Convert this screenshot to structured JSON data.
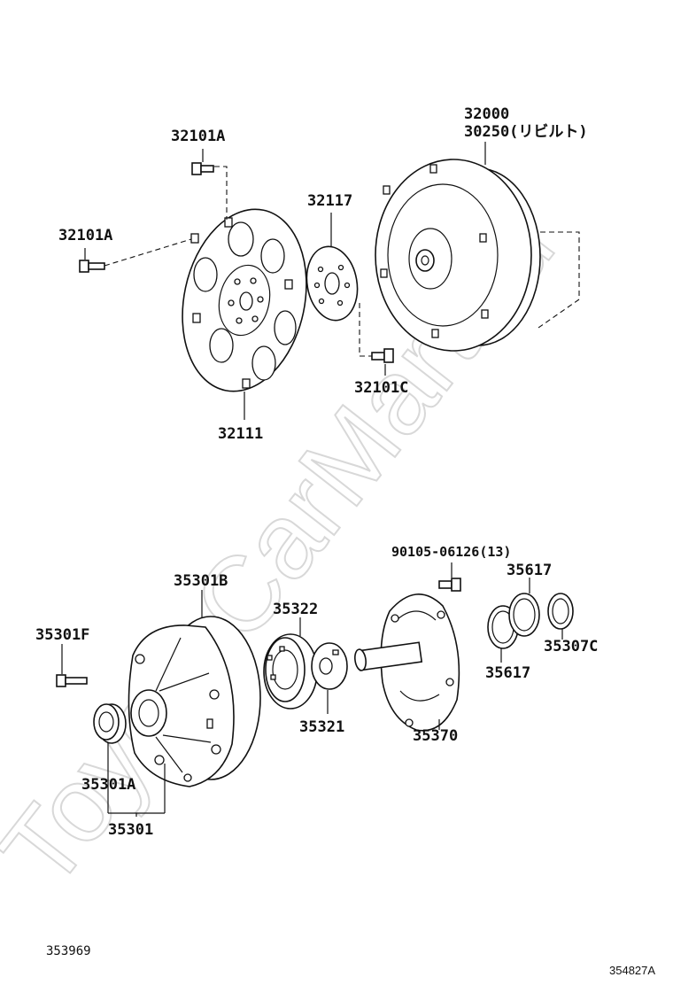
{
  "watermark": "ToyotaCarMart.ru",
  "labels": {
    "p32101a_top": "32101A",
    "p32101a_left": "32101A",
    "p32117": "32117",
    "p32000": "32000",
    "p30250": "30250(リビルト)",
    "p32101c": "32101C",
    "p32111": "32111",
    "p90105": "90105-06126(13)",
    "p35617_top": "35617",
    "p35301b": "35301B",
    "p35322": "35322",
    "p35301f": "35301F",
    "p35307c": "35307C",
    "p35617_bottom": "35617",
    "p35321": "35321",
    "p35370": "35370",
    "p35301a": "35301A",
    "p35301": "35301"
  },
  "codes": {
    "left": "353969",
    "right": "354827A"
  }
}
